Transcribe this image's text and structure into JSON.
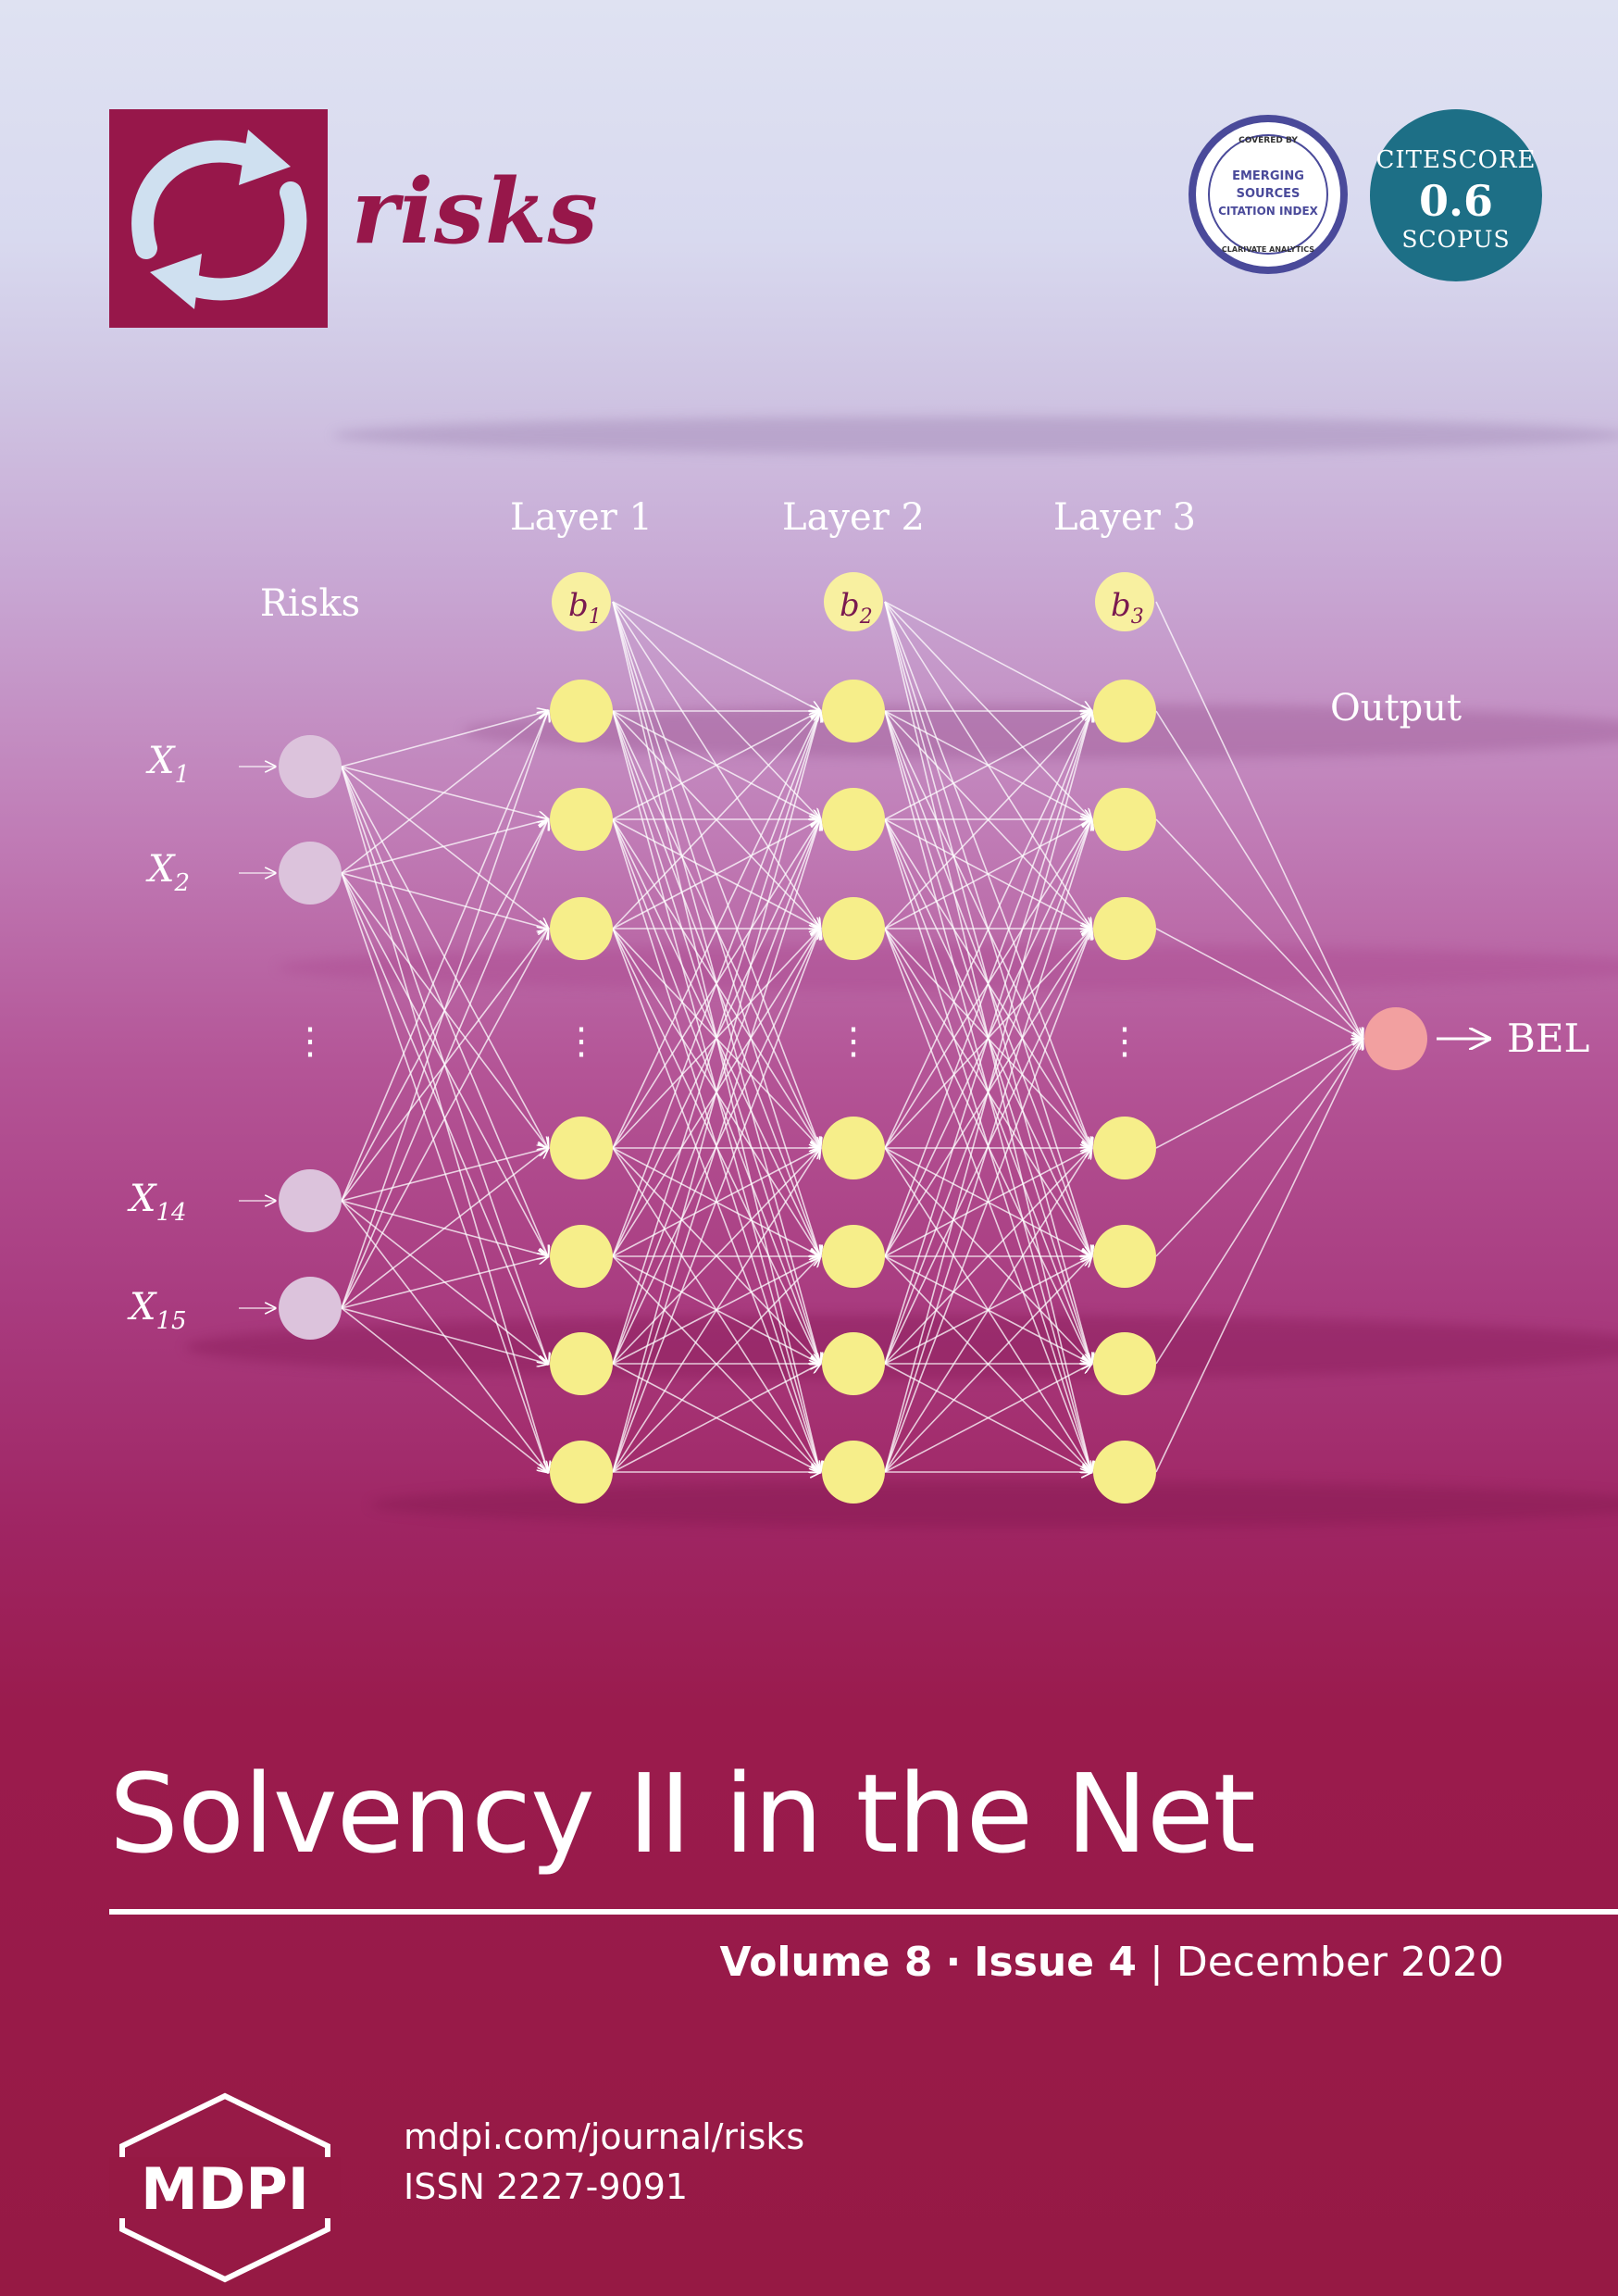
{
  "journal": {
    "name": "risks",
    "brand_color": "#97174a"
  },
  "badges": {
    "esci": {
      "top_text": "COVERED BY",
      "lines": [
        "EMERGING",
        "SOURCES",
        "CITATION INDEX"
      ],
      "bottom_text": "CLARIVATE ANALYTICS"
    },
    "citescore": {
      "label": "CITESCORE",
      "value": "0.6",
      "source": "SCOPUS",
      "color": "#1d6f86"
    }
  },
  "network": {
    "inputs_heading": "Risks",
    "layer_headings": [
      "Layer 1",
      "Layer 2",
      "Layer 3"
    ],
    "output_heading": "Output",
    "bias_labels": [
      {
        "base": "b",
        "sub": "1"
      },
      {
        "base": "b",
        "sub": "2"
      },
      {
        "base": "b",
        "sub": "3"
      }
    ],
    "input_labels": [
      {
        "base": "X",
        "sub": "1"
      },
      {
        "base": "X",
        "sub": "2"
      },
      {
        "base": "X",
        "sub": "14"
      },
      {
        "base": "X",
        "sub": "15"
      }
    ],
    "ellipsis": "⋮",
    "output_label": "BEL",
    "node_color": "#f6ee8a",
    "input_node_color": "#dcc3dc",
    "output_node_color": "#f2a0a0"
  },
  "title": "Solvency II in the Net",
  "issue": {
    "volume": "Volume 8",
    "separator": "·",
    "number": "Issue 4",
    "divider": "|",
    "date": "December 2020"
  },
  "publisher": {
    "name": "MDPI",
    "url": "mdpi.com/journal/risks",
    "issn": "ISSN 2227-9091"
  }
}
